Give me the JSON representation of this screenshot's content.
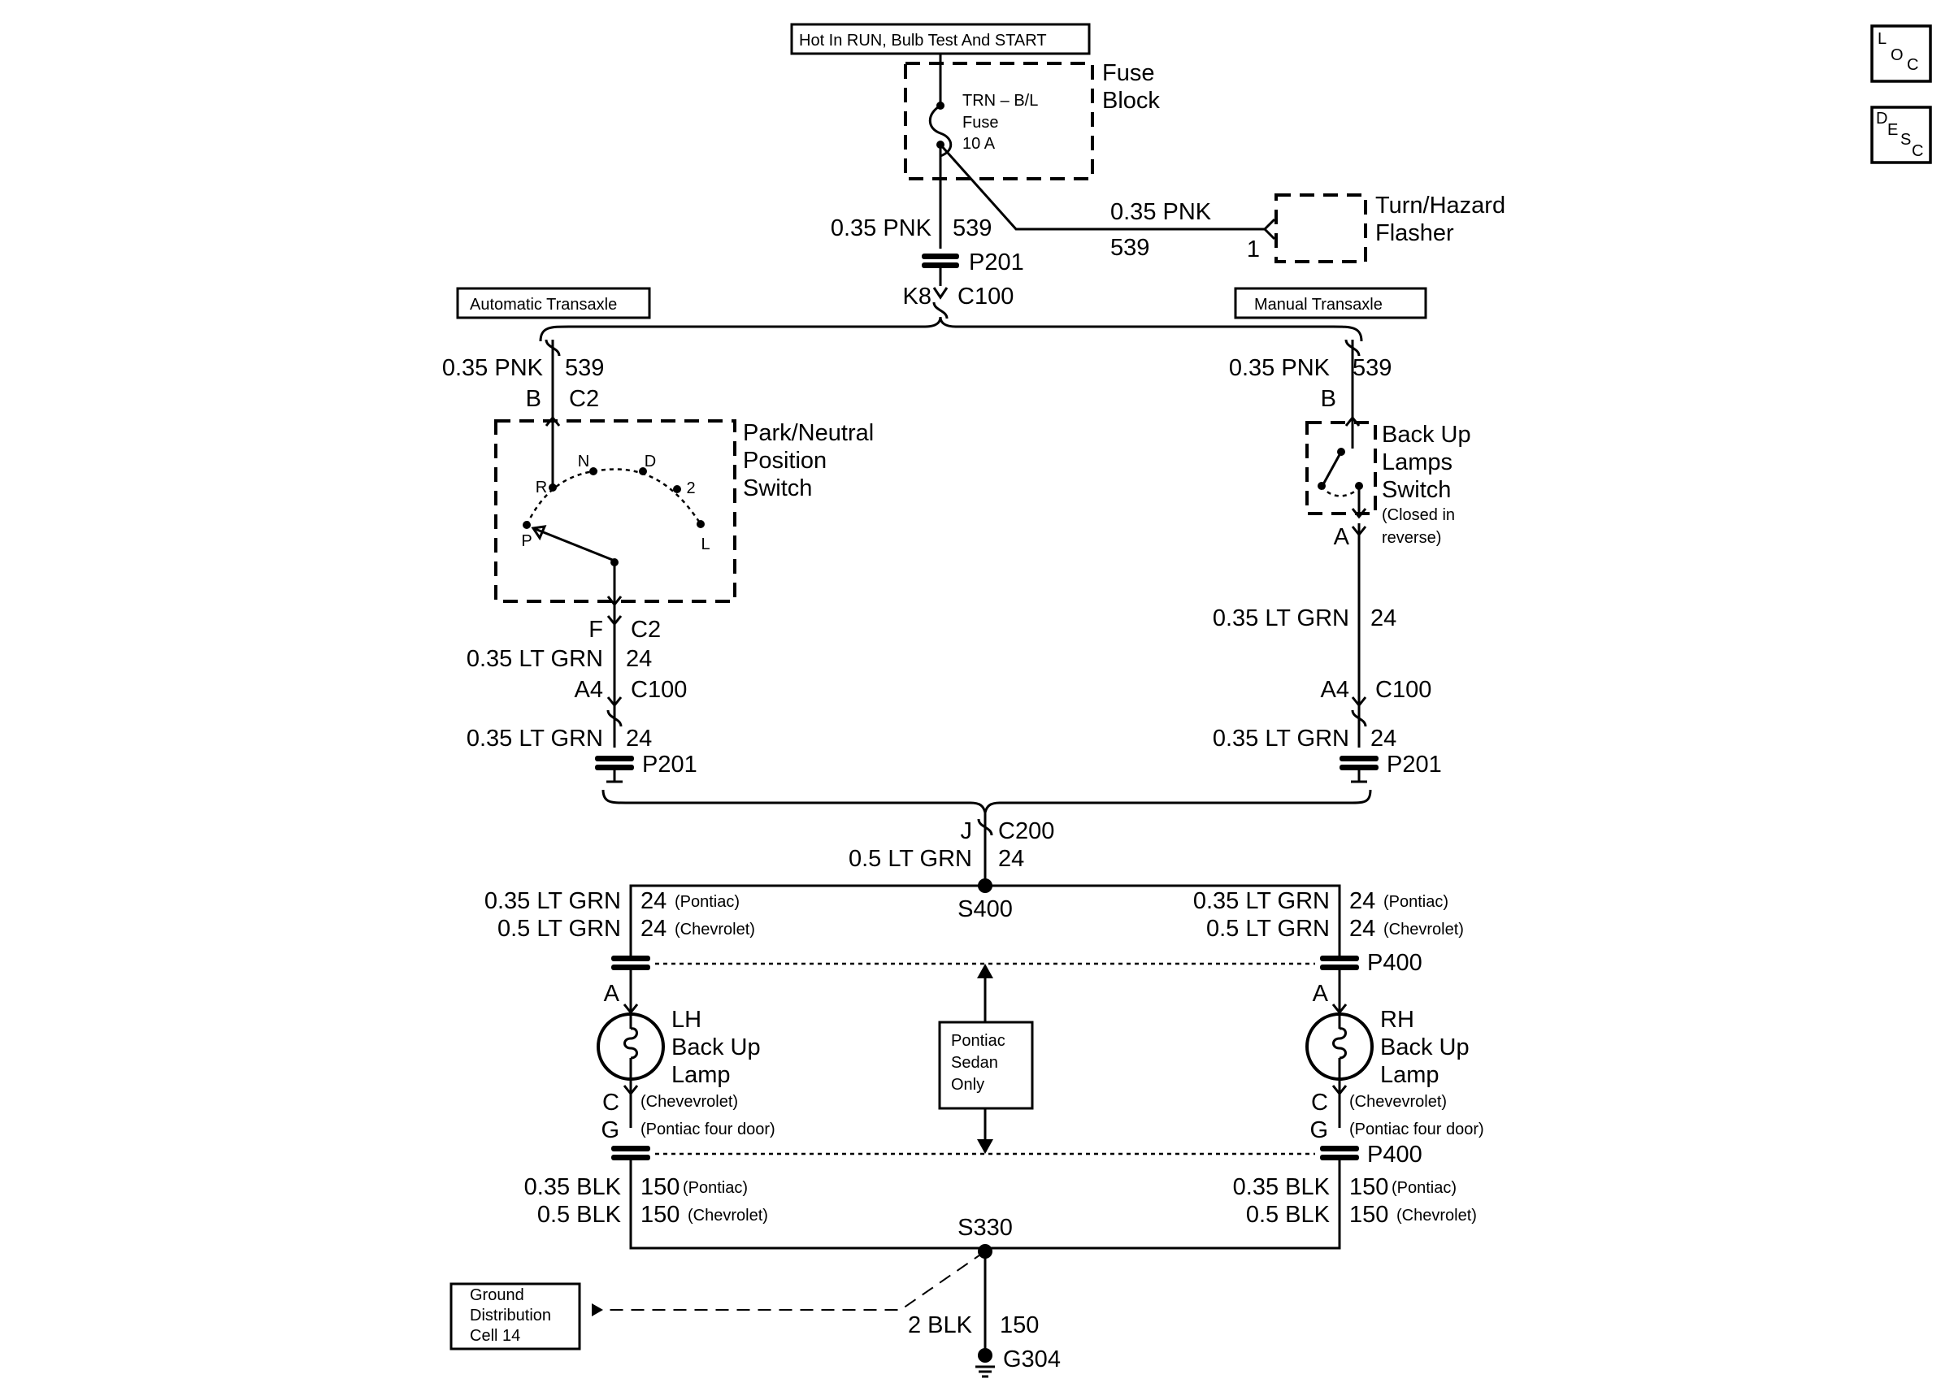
{
  "header_note": "Hot In RUN, Bulb Test And START",
  "nav_icons": {
    "loc": {
      "letters": [
        "L",
        "O",
        "C"
      ],
      "icon": "loc-icon"
    },
    "desc": {
      "letters": [
        "D",
        "E",
        "S",
        "C"
      ],
      "icon": "desc-icon"
    }
  },
  "fuse_block": {
    "label_line1": "Fuse",
    "label_line2": "Block",
    "fuse_line1": "TRN – B/L",
    "fuse_line2": "Fuse",
    "fuse_line3": "10 A"
  },
  "flasher": {
    "label_line1": "Turn/Hazard",
    "label_line2": "Flasher",
    "wire_color": "0.35 PNK",
    "circuit": "539",
    "pin": "1"
  },
  "feed": {
    "wire_color": "0.35 PNK",
    "circuit": "539",
    "connector_p201": "P201",
    "pin_k8": "K8",
    "connector_c100": "C100"
  },
  "automatic": {
    "title": "Automatic Transaxle",
    "wire_in_color": "0.35 PNK",
    "wire_in_circuit": "539",
    "pin_b": "B",
    "conn_c2": "C2",
    "switch_line1": "Park/Neutral",
    "switch_line2": "Position",
    "switch_line3": "Switch",
    "positions": [
      "P",
      "R",
      "N",
      "D",
      "2",
      "L"
    ],
    "pin_f": "F",
    "conn_c2_out": "C2",
    "wire1_color": "0.35 LT GRN",
    "wire1_circuit": "24",
    "pin_a4": "A4",
    "conn_c100": "C100",
    "wire2_color": "0.35 LT GRN",
    "wire2_circuit": "24",
    "conn_p201": "P201"
  },
  "manual": {
    "title": "Manual Transaxle",
    "wire_in_color": "0.35 PNK",
    "wire_in_circuit": "539",
    "pin_b": "B",
    "switch_line1": "Back Up",
    "switch_line2": "Lamps",
    "switch_line3": "Switch",
    "switch_note1": "(Closed in",
    "switch_note2": "reverse)",
    "pin_a": "A",
    "wire1_color": "0.35 LT GRN",
    "wire1_circuit": "24",
    "pin_a4": "A4",
    "conn_c100": "C100",
    "wire2_color": "0.35 LT GRN",
    "wire2_circuit": "24",
    "conn_p201": "P201"
  },
  "junction": {
    "pin_j": "J",
    "conn_c200": "C200",
    "wire_color": "0.5 LT GRN",
    "circuit": "24",
    "splice": "S400"
  },
  "lh": {
    "wire_pontiac_color": "0.35 LT GRN",
    "wire_pontiac_circuit": "24",
    "note_pontiac": "(Pontiac)",
    "wire_chev_color": "0.5 LT GRN",
    "wire_chev_circuit": "24",
    "note_chev": "(Chevrolet)",
    "pin_a": "A",
    "lamp_line1": "LH",
    "lamp_line2": "Back Up",
    "lamp_line3": "Lamp",
    "pin_c": "C",
    "pin_c_note": "(Chevevrolet)",
    "pin_g": "G",
    "pin_g_note": "(Pontiac four door)",
    "gnd_pontiac_color": "0.35 BLK",
    "gnd_pontiac_circuit": "150",
    "gnd_note_pontiac": "(Pontiac)",
    "gnd_chev_color": "0.5 BLK",
    "gnd_chev_circuit": "150",
    "gnd_note_chev": "(Chevrolet)"
  },
  "rh": {
    "wire_pontiac_color": "0.35 LT GRN",
    "wire_pontiac_circuit": "24",
    "note_pontiac": "(Pontiac)",
    "wire_chev_color": "0.5 LT GRN",
    "wire_chev_circuit": "24",
    "note_chev": "(Chevrolet)",
    "conn_p400_top": "P400",
    "pin_a": "A",
    "lamp_line1": "RH",
    "lamp_line2": "Back Up",
    "lamp_line3": "Lamp",
    "pin_c": "C",
    "pin_c_note": "(Chevevrolet)",
    "pin_g": "G",
    "pin_g_note": "(Pontiac four door)",
    "conn_p400_bottom": "P400",
    "gnd_pontiac_color": "0.35 BLK",
    "gnd_pontiac_circuit": "150",
    "gnd_note_pontiac": "(Pontiac)",
    "gnd_chev_color": "0.5 BLK",
    "gnd_chev_circuit": "150",
    "gnd_note_chev": "(Chevrolet)"
  },
  "pontiac_note": {
    "line1": "Pontiac",
    "line2": "Sedan",
    "line3": "Only"
  },
  "ground": {
    "splice": "S330",
    "wire_color": "2 BLK",
    "circuit": "150",
    "ground_point": "G304",
    "ref_line1": "Ground",
    "ref_line2": "Distribution",
    "ref_line3": "Cell 14"
  }
}
